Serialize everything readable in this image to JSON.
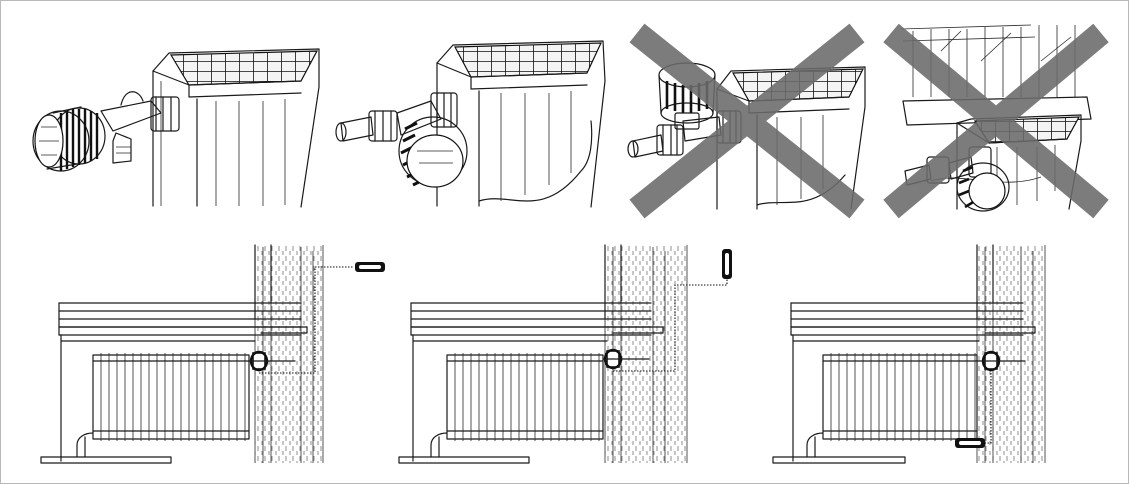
{
  "panels_top": [
    {
      "kind": "valve-sensor-horizontal-correct",
      "status": "correct"
    },
    {
      "kind": "valve-sensor-angle-correct",
      "status": "correct"
    },
    {
      "kind": "valve-sensor-vertical-incorrect",
      "status": "incorrect"
    },
    {
      "kind": "valve-covered-incorrect",
      "status": "incorrect"
    }
  ],
  "panels_bottom": [
    {
      "kind": "remote-sensor-wall-horizontal"
    },
    {
      "kind": "remote-sensor-wall-vertical"
    },
    {
      "kind": "remote-sensor-floor"
    }
  ],
  "colors": {
    "line": "#1a1a1a",
    "cross": "#6b6b6b",
    "sensor": "#111111",
    "border": "#b8b8b8"
  }
}
